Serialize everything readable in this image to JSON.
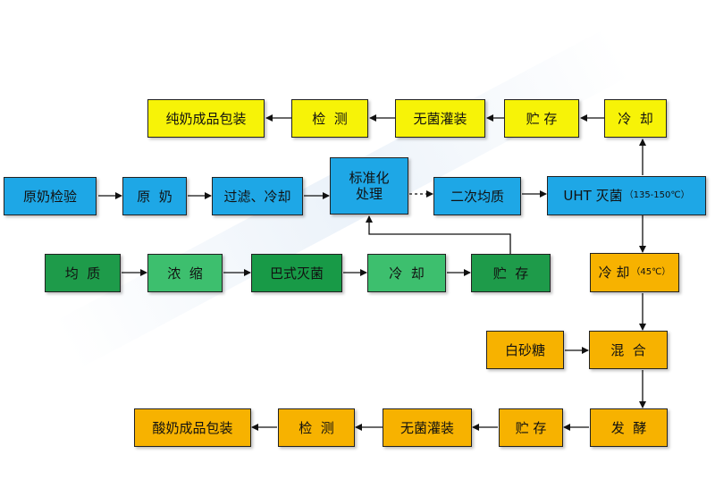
{
  "row_milk": {
    "packaging": "纯奶成品包装",
    "inspect": "检  测",
    "aseptic_fill": "无菌灌装",
    "storage": "贮 存",
    "cool": "冷  却"
  },
  "row_main": {
    "raw_inspect": "原奶检验",
    "raw_milk": "原  奶",
    "filter_cool": "过滤、冷却",
    "standardize": "标准化\n处理",
    "homogenize2": "二次均质",
    "uht": "UHT 灭菌",
    "uht_temp": "（135-150℃）"
  },
  "row_green": {
    "homogenize": "均  质",
    "concentrate": "浓  缩",
    "pasteurize": "巴式灭菌",
    "cool": "冷  却",
    "storage": "贮  存"
  },
  "row_yogurt": {
    "cool": "冷 却",
    "cool_temp": "（45℃）",
    "sugar": "白砂糖",
    "mix": "混  合",
    "ferment": "发  酵",
    "storage": "贮 存",
    "aseptic_fill": "无菌灌装",
    "inspect": "检  测",
    "packaging": "酸奶成品包装"
  },
  "colors": {
    "blue": "#1ea7e6",
    "yellow": "#f7f307",
    "orange": "#f7b200",
    "green": "#1e9b4a"
  }
}
